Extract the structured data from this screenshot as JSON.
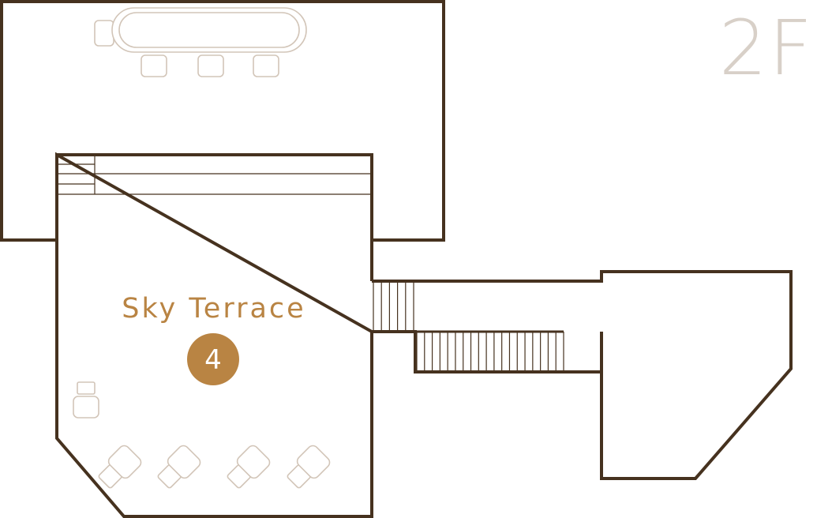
{
  "map": {
    "floor_label": "2F",
    "rooms": [
      {
        "name": "Sky Terrace",
        "number": "4"
      }
    ]
  },
  "colors": {
    "wall": "#46321f",
    "furniture_outline": "#d2c5b8",
    "floor_label": "#d8d0c8",
    "accent": "#b98443"
  }
}
